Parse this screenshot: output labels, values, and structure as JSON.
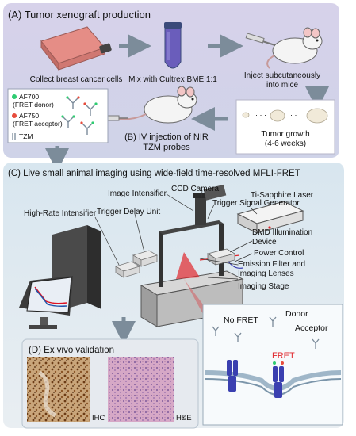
{
  "panelA": {
    "title": "(A) Tumor xenograft production",
    "step1": "Collect breast cancer cells",
    "step2": "Mix with Cultrex BME 1:1",
    "step3_line1": "Inject subcutaneously",
    "step3_line2": "into mice",
    "step4_line1": "Tumor growth",
    "step4_line2": "(4-6 weeks)"
  },
  "panelB": {
    "title_line1": "(B) IV injection of NIR",
    "title_line2": "TZM probes",
    "legend": [
      {
        "line1": "AF700",
        "line2": "(FRET donor)",
        "color": "#2ecc71"
      },
      {
        "line1": "AF750",
        "line2": "(FRET acceptor)",
        "color": "#e74c3c"
      },
      {
        "line1": "TZM",
        "line2": "",
        "color": "#7a8a99"
      }
    ]
  },
  "panelC": {
    "title": "(C) Live small animal imaging using wide-field time-resolved MFLI-FRET",
    "labels": {
      "ccd": "CCD Camera",
      "image_intensifier": "Image Intensifier",
      "trigger_signal": "Trigger Signal Generator",
      "laser": "Ti-Sapphire Laser",
      "high_rate": "High-Rate Intensifier",
      "trigger_delay": "Trigger Delay Unit",
      "dmd_line1": "DMD Illumination",
      "dmd_line2": "Device",
      "power": "Power Control",
      "emission_line1": "Emission Filter and",
      "emission_line2": "Imaging Lenses",
      "stage": "Imaging Stage"
    },
    "inset": {
      "no_fret": "No FRET",
      "donor": "Donor",
      "acceptor": "Acceptor",
      "fret": "FRET"
    }
  },
  "panelD": {
    "title": "(D) Ex vivo validation",
    "ihc": "IHC",
    "he": "H&E"
  },
  "colors": {
    "panel_bg": "#d9d4ea",
    "panel_c_bg": "#dde6ee",
    "panel_d_bg": "#e6eaef",
    "arrow": "#7c8c9a",
    "fret_red": "#e0262c",
    "receptor_blue": "#3a3fb0",
    "tumor": "#f1ead9"
  }
}
